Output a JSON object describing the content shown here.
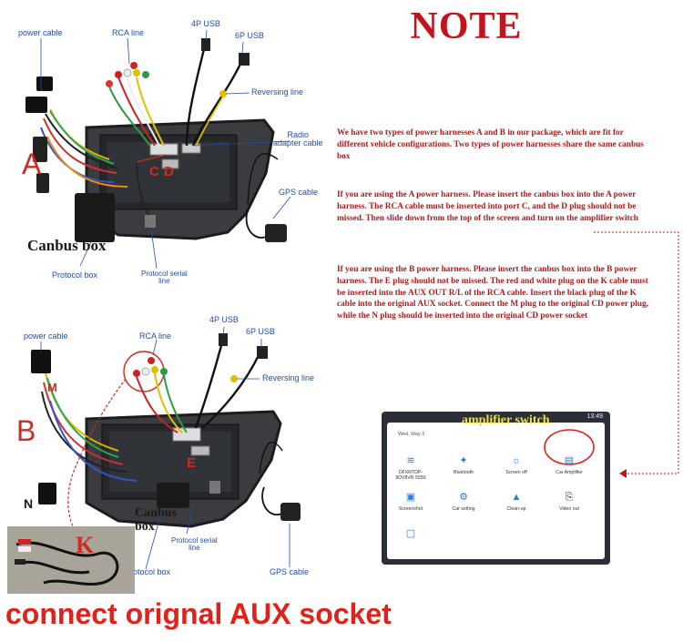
{
  "diagram_a": {
    "letter": "A",
    "letter_C": "C",
    "letter_D": "D",
    "labels": {
      "power_cable": "power cable",
      "rca_line": "RCA line",
      "usb_4p": "4P USB",
      "usb_6p": "6P USB",
      "reversing_line": "Reversing line",
      "radio_adapter_1": "Radio",
      "radio_adapter_2": "adapter cable",
      "gps_cable": "GPS cable",
      "canbus_box": "Canbus box",
      "protocol_box": "Protocol box",
      "protocol_serial_1": "Protocol serial",
      "protocol_serial_2": "line"
    }
  },
  "diagram_b": {
    "letter": "B",
    "letter_M": "M",
    "letter_E": "E",
    "letter_N": "N",
    "letter_K": "K",
    "labels": {
      "power_cable": "power cable",
      "rca_line": "RCA line",
      "usb_4p": "4P USB",
      "usb_6p": "6P USB",
      "reversing_line": "Reversing line",
      "canbus_1": "Canbus",
      "canbus_2": "box",
      "protocol_box": "rotocol box",
      "protocol_serial_1": "Protocol serial",
      "protocol_serial_2": "line",
      "gps_cable": "GPS cable"
    }
  },
  "note": {
    "title": "NOTE",
    "paragraph_1": "We have two types of power harnesses A and B in our package, which are fit for different vehicle configurations. Two types of power harnesses share the same canbus box",
    "paragraph_2": "If you are using the A power harness. Please insert the canbus box into the A power harness. The RCA cable must be inserted into port C, and the D plug should not be missed. Then slide down from the top of the screen and turn on the amplifier switch",
    "paragraph_3": "If you are using the B power harness. Please insert the canbus box into the B power harness. The E plug should not be missed. The red and white plug on the K cable must be inserted into the AUX OUT R/L of the RCA cable. Insert the black plug of the K cable into the original AUX socket. Connect the M plug to the original CD power plug, while the N plug should be inserted into the original CD power socket"
  },
  "screenshot": {
    "title": "amplifier switch",
    "date": "Wed, May 3",
    "time": "13:49",
    "tiles": [
      {
        "label": "DFXRTOP-9DV8VR 5550",
        "icon": "wifi-icon"
      },
      {
        "label": "Bluetooth",
        "icon": "bluetooth-icon"
      },
      {
        "label": "Screen off",
        "icon": "brightness-icon"
      },
      {
        "label": "Car Amplifier",
        "icon": "amplifier-icon"
      },
      {
        "label": "Screenshot",
        "icon": "screenshot-icon"
      },
      {
        "label": "Car setting",
        "icon": "car-icon"
      },
      {
        "label": "Clean-up",
        "icon": "cleanup-icon"
      },
      {
        "label": "Video out",
        "icon": "video-out-icon"
      },
      {
        "label": "",
        "icon": "extra-icon"
      }
    ]
  },
  "footer": {
    "aux_text": "connect orignal AUX socket"
  },
  "colors": {
    "label_blue": "#1f4ea8",
    "accent_red": "#d12b1f",
    "note_red": "#c3131b",
    "amp_yellow": "#f0e040"
  }
}
